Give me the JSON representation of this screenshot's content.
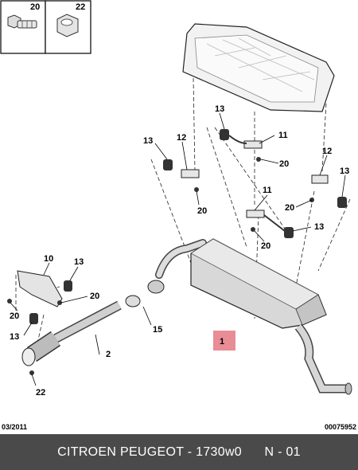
{
  "callouts": {
    "c1": "1",
    "c2": "2",
    "c10": "10",
    "c11a": "11",
    "c11b": "11",
    "c12a": "12",
    "c12b": "12",
    "c13a": "13",
    "c13b": "13",
    "c13c": "13",
    "c13d": "13",
    "c13e": "13",
    "c13f": "13",
    "c15": "15",
    "c20key": "20",
    "c20a": "20",
    "c20b": "20",
    "c20c": "20",
    "c20d": "20",
    "c20e": "20",
    "c20f": "20",
    "c22key": "22",
    "c22": "22"
  },
  "footer": {
    "date": "03/2011",
    "code": "00075952",
    "brand": "CITROEN PEUGEOT - 1730w0",
    "sheet": "N - 01"
  },
  "colors": {
    "highlight": "#e88c96",
    "bar": "#4a4a4a"
  }
}
